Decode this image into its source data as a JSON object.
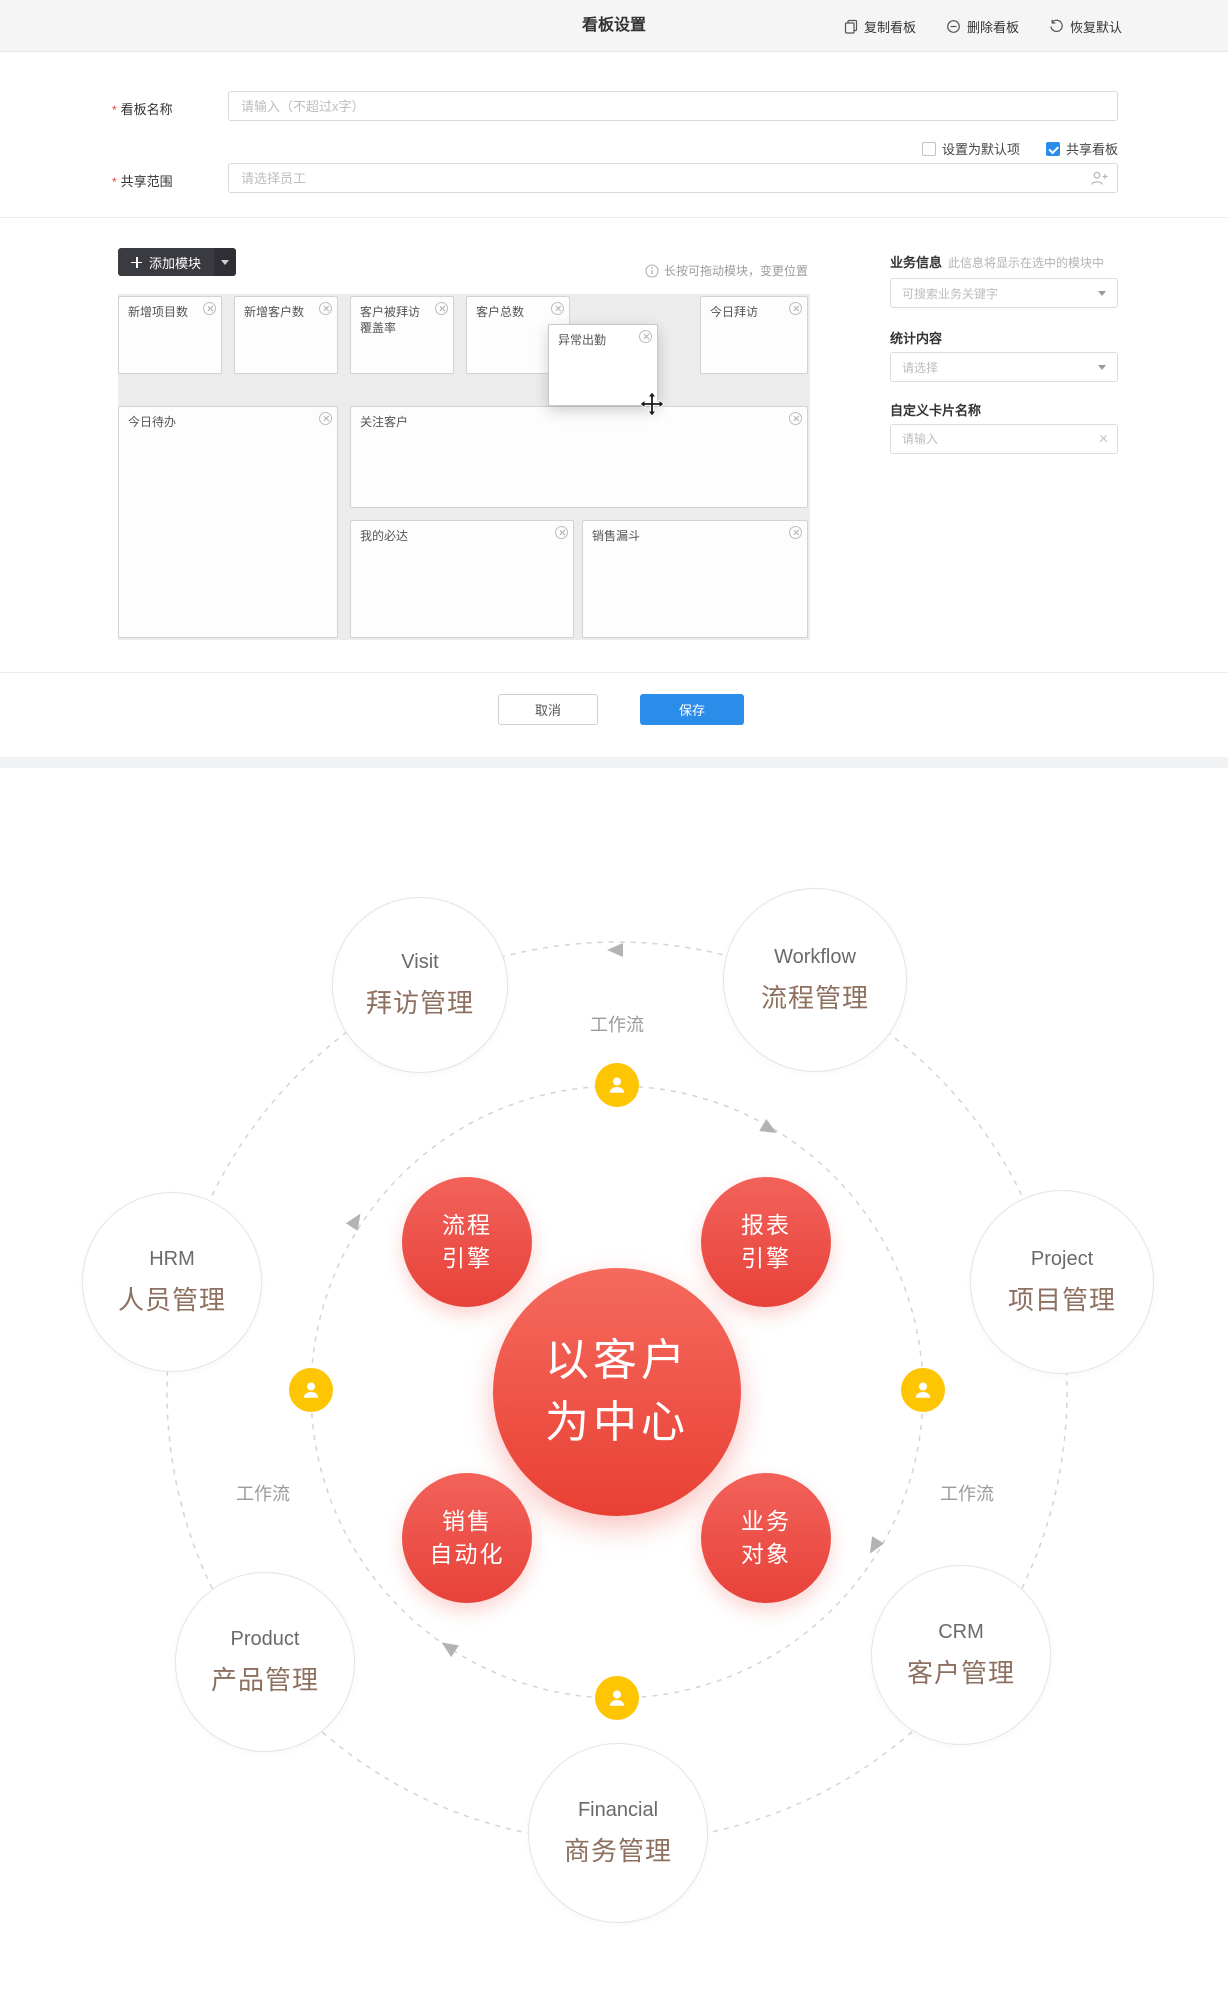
{
  "header": {
    "title": "看板设置",
    "actions": [
      {
        "label": "复制看板"
      },
      {
        "label": "删除看板"
      },
      {
        "label": "恢复默认"
      }
    ]
  },
  "form": {
    "required_marker": "*",
    "board_name_label": "看板名称",
    "board_name_placeholder": "请输入（不超过x字）",
    "set_default_label": "设置为默认项",
    "share_board_label": "共享看板",
    "share_board_checked": true,
    "set_default_checked": false,
    "share_scope_label": "共享范围",
    "share_scope_placeholder": "请选择员工"
  },
  "modules": {
    "add_button_label": "添加模块",
    "drag_hint": "长按可拖动模块，变更位置",
    "cards": [
      {
        "title": "新增项目数"
      },
      {
        "title": "新增客户数"
      },
      {
        "title": "客户被拜访覆盖率"
      },
      {
        "title": "客户总数"
      },
      {
        "title": "今日拜访"
      },
      {
        "title": "异常出勤"
      },
      {
        "title": "今日待办"
      },
      {
        "title": "关注客户"
      },
      {
        "title": "我的必达"
      },
      {
        "title": "销售漏斗"
      }
    ]
  },
  "business_panel": {
    "title": "业务信息",
    "subtitle": "此信息将显示在选中的模块中",
    "keyword_placeholder": "可搜索业务关键字",
    "stats_label": "统计内容",
    "stats_placeholder": "请选择",
    "card_name_label": "自定义卡片名称",
    "card_name_placeholder": "请输入"
  },
  "footer": {
    "cancel_label": "取消",
    "save_label": "保存"
  },
  "diagram": {
    "center": {
      "line1": "以客户",
      "line2": "为中心"
    },
    "satellites": [
      {
        "line1": "流程",
        "line2": "引擎"
      },
      {
        "line1": "报表",
        "line2": "引擎"
      },
      {
        "line1": "销售",
        "line2": "自动化"
      },
      {
        "line1": "业务",
        "line2": "对象"
      }
    ],
    "workflow_labels": [
      "工作流",
      "工作流",
      "工作流"
    ],
    "outer_circles": [
      {
        "en": "Visit",
        "zh": "拜访管理"
      },
      {
        "en": "Workflow",
        "zh": "流程管理"
      },
      {
        "en": "HRM",
        "zh": "人员管理"
      },
      {
        "en": "Project",
        "zh": "项目管理"
      },
      {
        "en": "Product",
        "zh": "产品管理"
      },
      {
        "en": "CRM",
        "zh": "客户管理"
      },
      {
        "en": "Financial",
        "zh": "商务管理"
      }
    ]
  },
  "colors": {
    "accent_blue": "#2b8cea",
    "brand_red": "#e94034",
    "icon_yellow": "#fdc502"
  }
}
